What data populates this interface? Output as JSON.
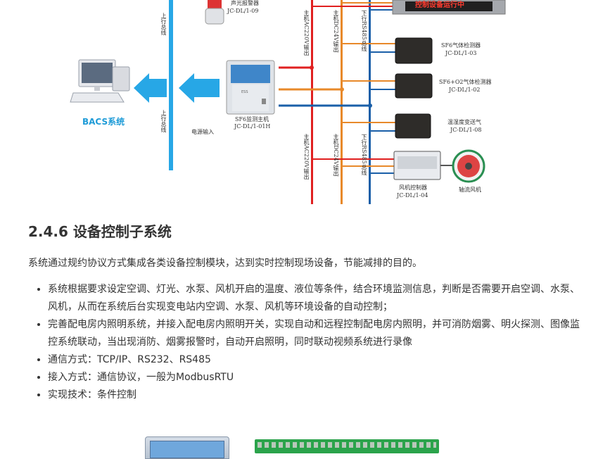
{
  "diagram": {
    "alarm_label": "声光报警器",
    "alarm_code": "JC-DL/1-09",
    "upper_bus_top": "上行总线",
    "upper_bus_bottom": "上行总线",
    "bacs_label": "BACS系统",
    "host_label": "SF6监测主机",
    "host_code": "JC-DL/1-01H",
    "power_input": "电源输入",
    "bus_ac220_top": "主机AC220V输出",
    "bus_dc24_top": "主机DC24V输出",
    "bus_rs485_top": "下行RS485总线",
    "bus_ac220_bottom": "主机AC220V输出",
    "bus_dc24_bottom": "主机DC24V输出",
    "bus_rs485_bottom": "下行RS485总线",
    "display_text": "控制设备运行中",
    "devices": [
      {
        "name": "SF6气体检测器",
        "code": "JC-DL/1-03"
      },
      {
        "name": "SF6+O2气体检测器",
        "code": "JC-DL/1-02"
      },
      {
        "name": "温湿度变送气",
        "code": "JC-DL/1-08"
      }
    ],
    "fan_controller_label": "风机控制器",
    "fan_controller_code": "JC-DL/1-04",
    "axial_fan_label": "轴流风机",
    "colors": {
      "red_bus": "#e02020",
      "orange_bus": "#e8892a",
      "blue_bus": "#1a5fa8",
      "upper_bus": "#27a7e6"
    }
  },
  "section": {
    "title": "2.4.6 设备控制子系统",
    "intro": "系统通过规约协议方式集成各类设备控制模块，达到实时控制现场设备，节能减排的目的。",
    "items": [
      "系统根据要求设定空调、灯光、水泵、风机开启的温度、液位等条件，结合环境监测信息，判断是否需要开启空调、水泵、风机，从而在系统后台实现变电站内空调、水泵、风机等环境设备的自动控制；",
      "完善配电房内照明系统，并接入配电房内照明开关，实现自动和远程控制配电房内照明，并可消防烟雾、明火探测、图像监控系统联动，当出现消防、烟雾报警时，自动开启照明，同时联动视频系统进行录像",
      "通信方式：TCP/IP、RS232、RS485",
      "接入方式：通信协议，一般为ModbusRTU",
      "实现技术：条件控制"
    ]
  }
}
